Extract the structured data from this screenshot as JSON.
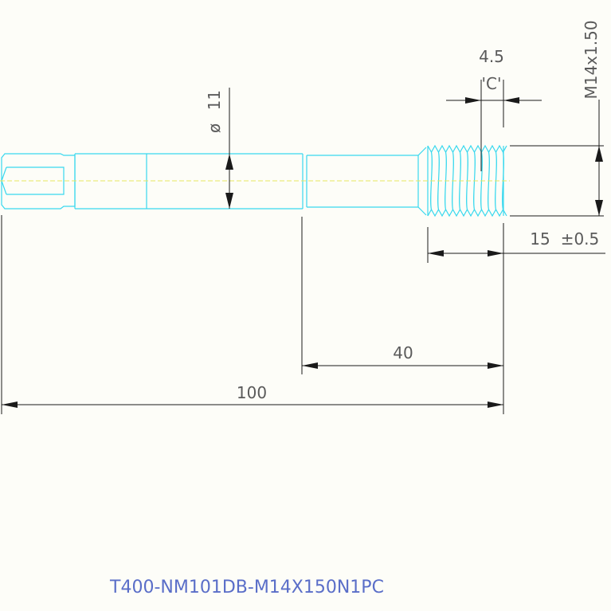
{
  "dimensions": {
    "pitch_label": "4.5",
    "section_label": "'C'",
    "diameter_symbol": "ø",
    "diameter_value": "11",
    "thread_label": "M14x1.50",
    "thread_length": "15",
    "thread_tolerance": "±0.5",
    "length_40": "40",
    "length_100": "100"
  },
  "part_number": "T400-NM101DB-M14X150N1PC",
  "colors": {
    "part_outline": "#38d8ee",
    "dimension_lines": "#1a1a1a",
    "center_line": "#e8e860",
    "part_number_text": "#5a6ec8",
    "background": "#fdfdf8"
  }
}
